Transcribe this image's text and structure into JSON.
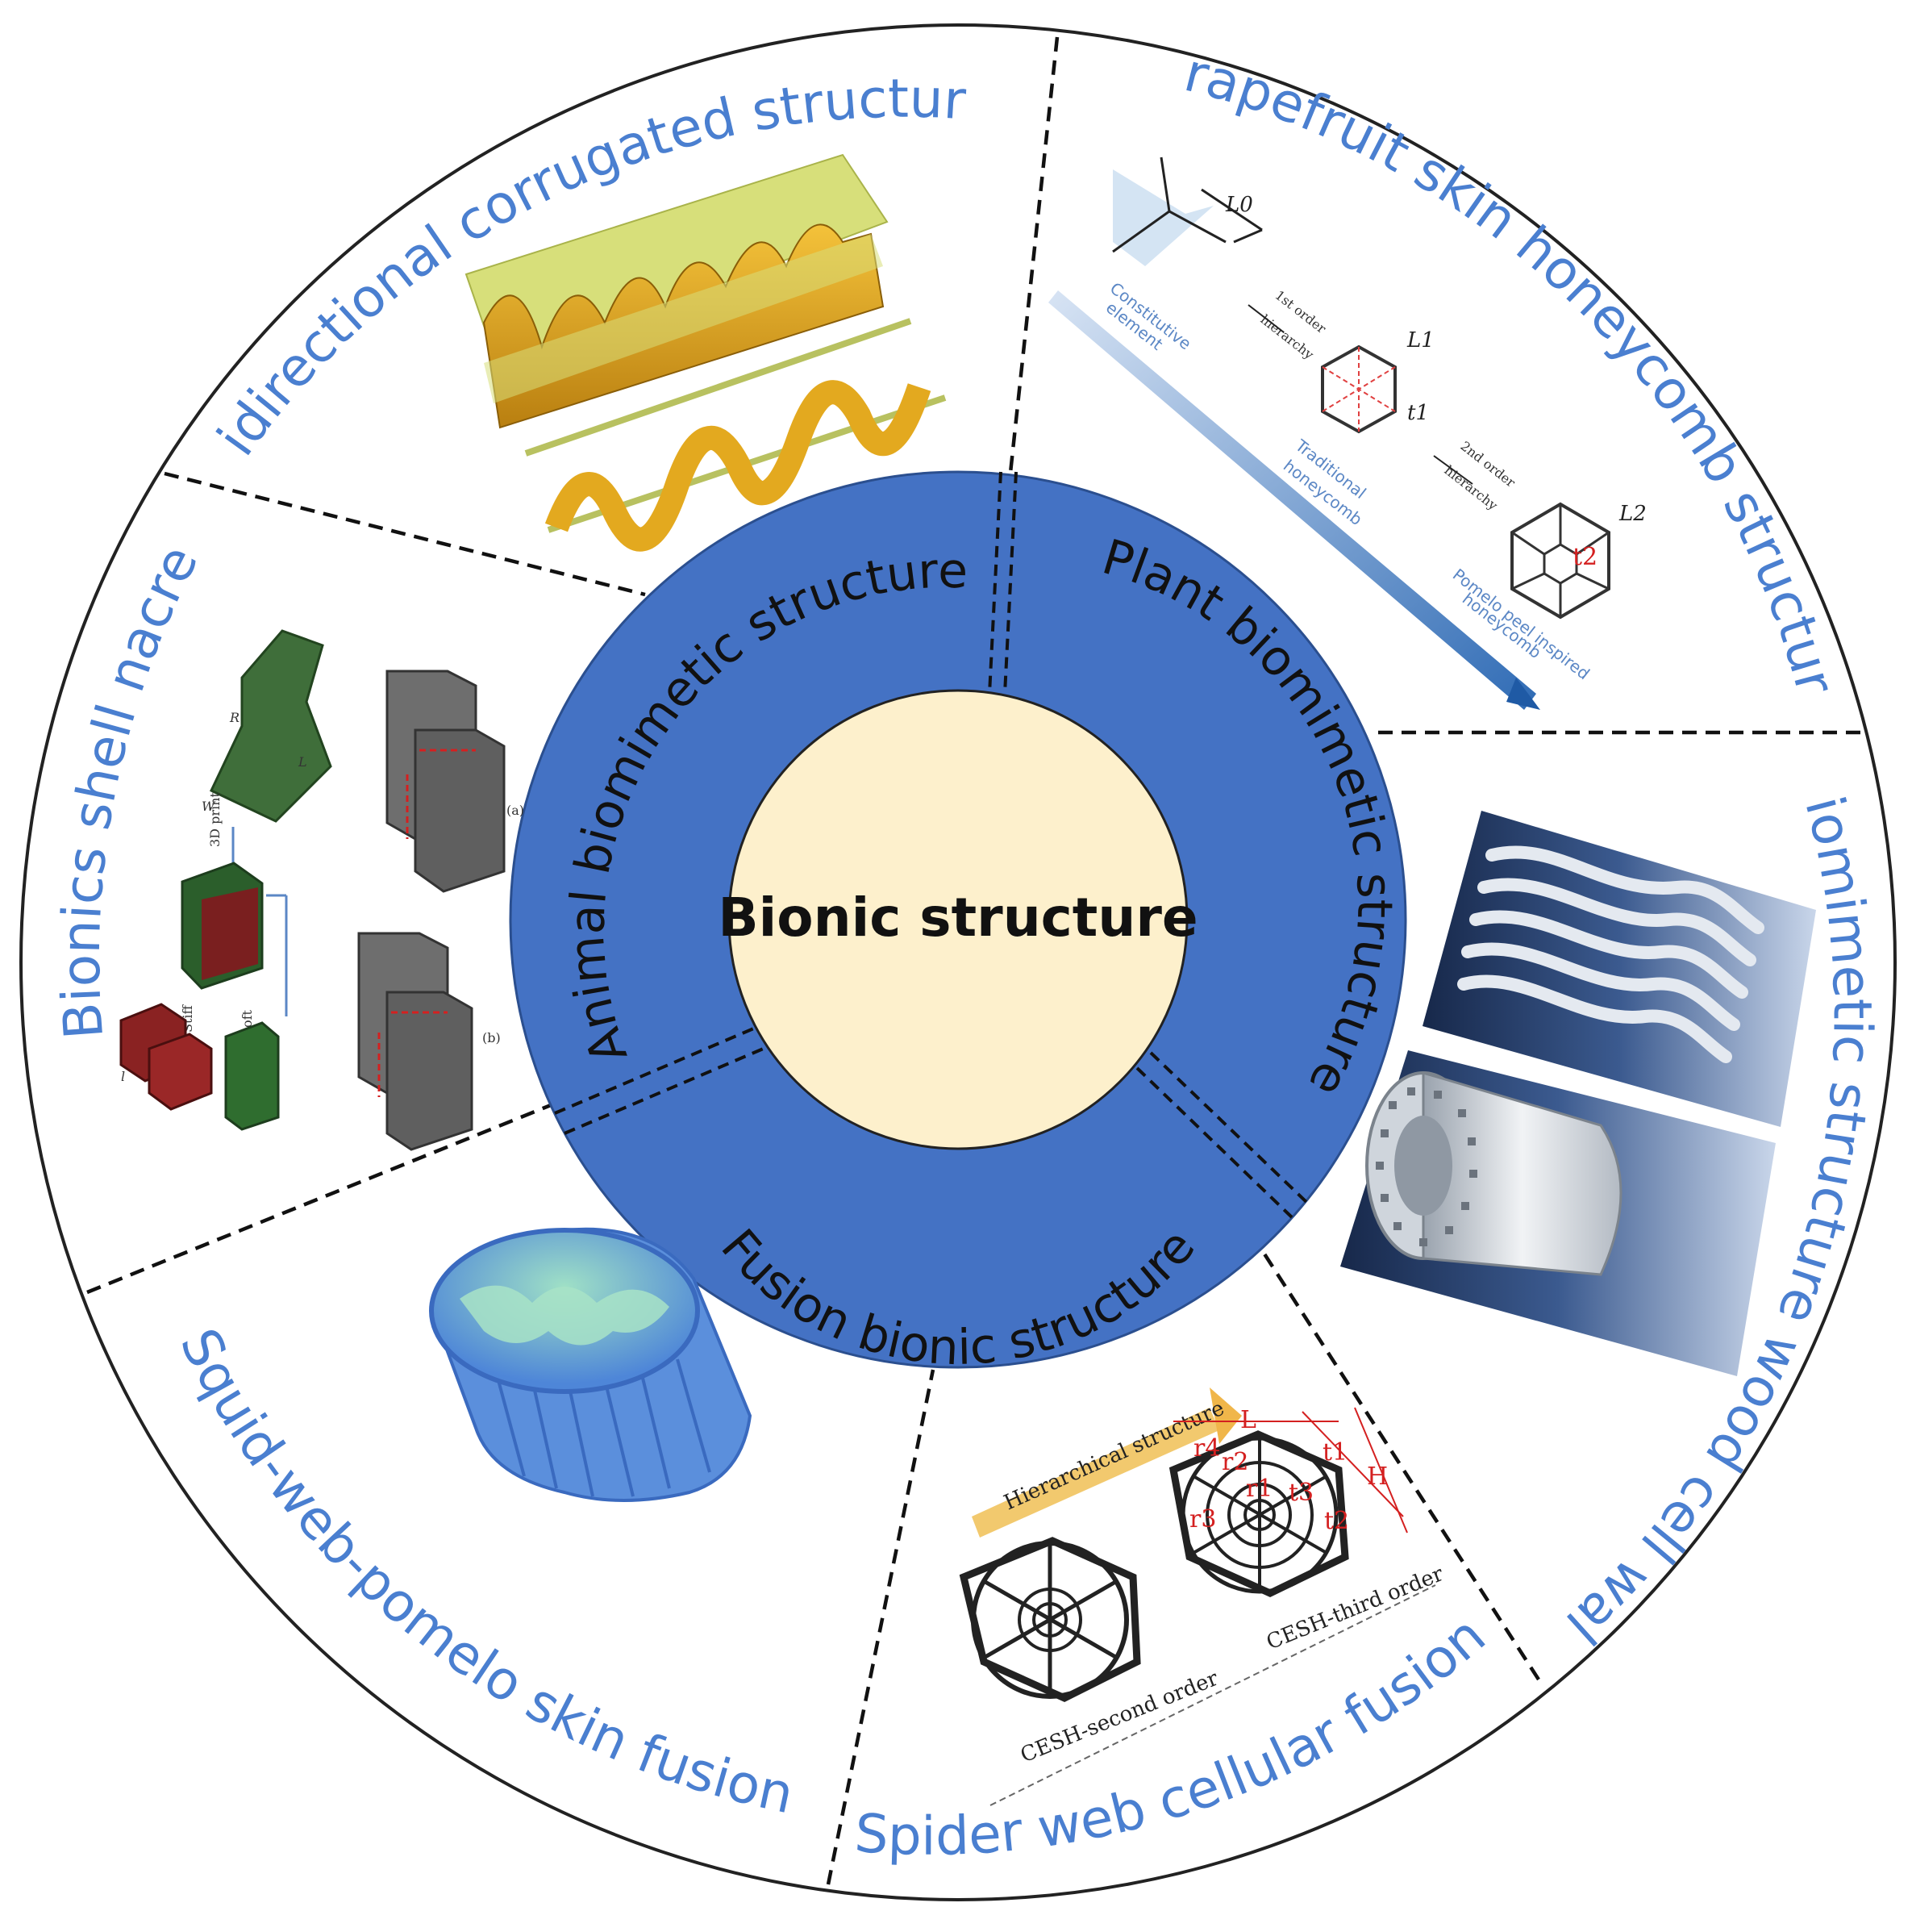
{
  "center": {
    "label": "Bionic structure"
  },
  "categories": {
    "animal": "Animal biomimetic structure",
    "plant": "Plant biomimetic structure",
    "fusion": "Fusion bionic structure"
  },
  "examples": {
    "corrugated": "Bidirectional corrugated structure",
    "grapefruit": "Grapefruit skin honeycomb structure",
    "wood": "Biomimetic structure wood cell wall",
    "spider": "Spider web cellular fusion",
    "squid": "Squid-web-pomelo skin fusion",
    "nacre": "Bionics shell nacre"
  },
  "grapefruit_figure": {
    "constitutive": [
      "Constitutive",
      "element"
    ],
    "first_order": [
      "1st order",
      "hierarchy"
    ],
    "traditional": [
      "Traditional",
      "honeycomb"
    ],
    "second_order": [
      "2nd order",
      "hierarchy"
    ],
    "pomelo": [
      "Pomelo peel inspired",
      "honeycomb"
    ],
    "L0": "L0",
    "L1": "L1",
    "L2": "L2",
    "t1": "t1",
    "t2": "t2"
  },
  "spider_figure": {
    "arrow_label": "Hierarchical structure",
    "second": "CESH-second order",
    "third": "CESH-third order",
    "L": "L",
    "H": "H",
    "t1": "t1",
    "t2": "t2",
    "t3": "t3",
    "r1": "r1",
    "r2": "r2",
    "r3": "r3",
    "r4": "r4"
  },
  "nacre_figure": {
    "print_label": "3D print",
    "stiff1": "Stiff",
    "stiff2": "Soft",
    "a": "(a)",
    "b": "(b)",
    "R": "R",
    "L": "L",
    "W": "W",
    "l1": "l"
  },
  "colors": {
    "ring": "#4472c4",
    "center": "#fdf0cc",
    "outer_text": "#4a7fd0",
    "divider": "#111111"
  }
}
